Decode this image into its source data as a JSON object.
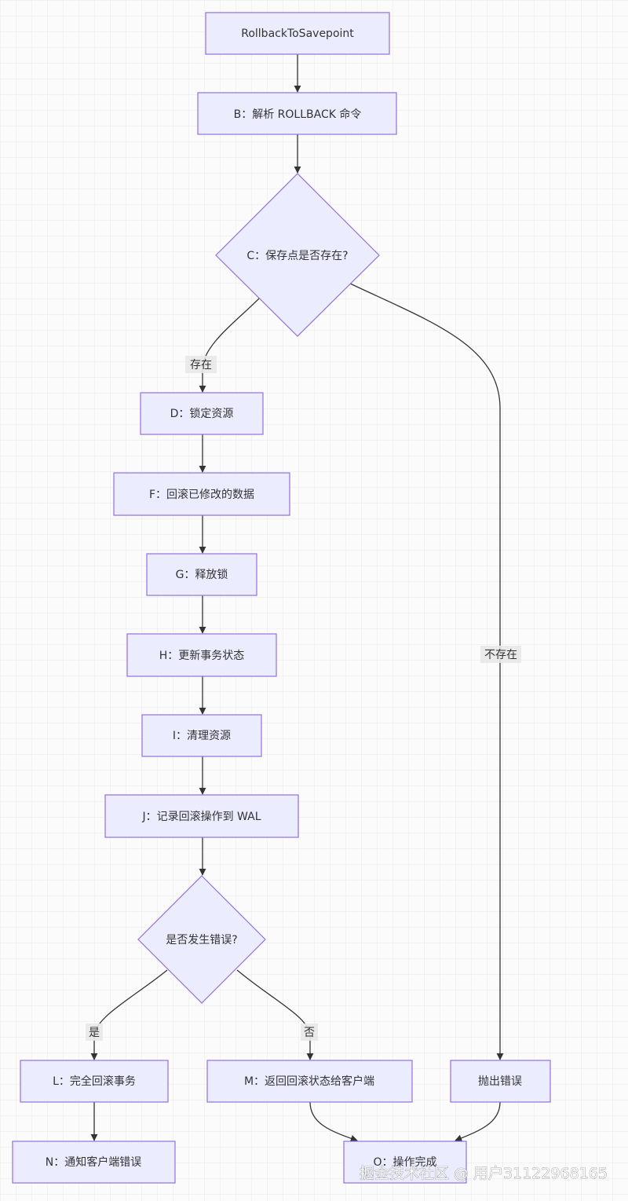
{
  "nodes": {
    "A": "RollbackToSavepoint",
    "B": "B：解析 ROLLBACK 命令",
    "C": "C：保存点是否存在?",
    "D": "D：锁定资源",
    "F": "F：回滚已修改的数据",
    "G": "G：释放锁",
    "H": "H：更新事务状态",
    "I": "I：清理资源",
    "J": "J：记录回滚操作到 WAL",
    "K": "是否发生错误?",
    "L": "L：完全回滚事务",
    "M": "M：返回回滚状态给客户端",
    "E": "抛出错误",
    "N": "N：通知客户端错误",
    "O": "O：操作完成"
  },
  "edges": {
    "C_D": "存在",
    "C_E": "不存在",
    "K_L": "是",
    "K_M": "否"
  },
  "watermark": "掘金技术社区 @ 用户3112296816​5",
  "colors": {
    "node_fill": "#ececff",
    "node_stroke": "#9370db",
    "edge": "#333333",
    "background": "#fbfbfb"
  }
}
